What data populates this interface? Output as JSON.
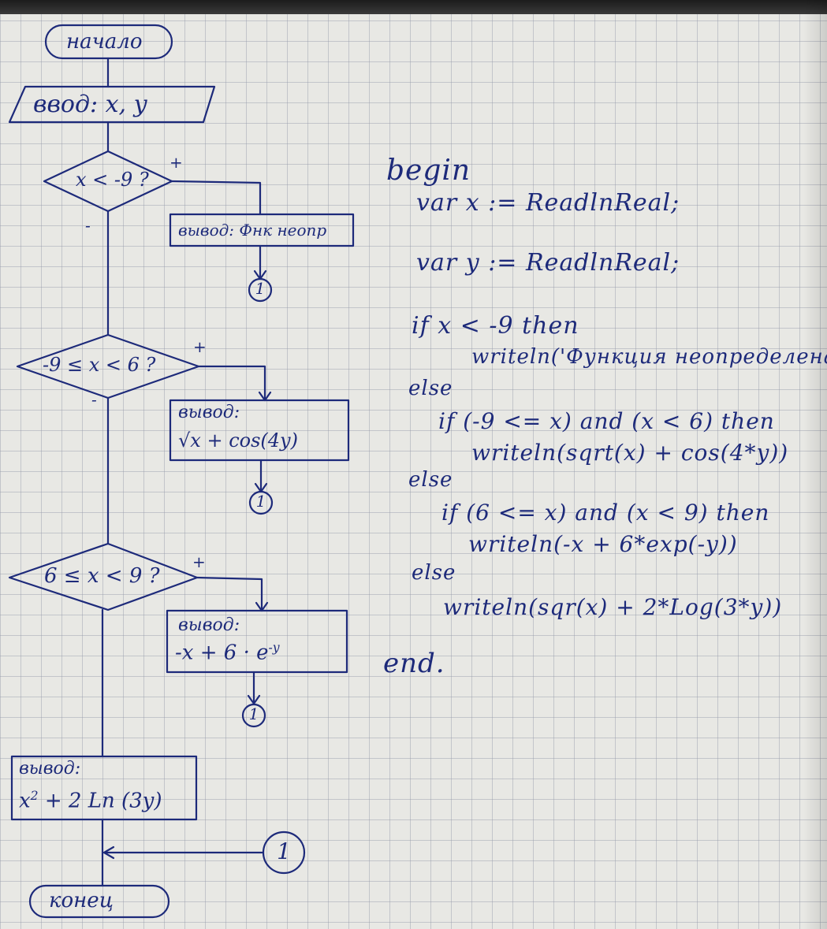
{
  "flowchart": {
    "start": "начало",
    "input": "ввод: x, y",
    "cond1": "x < -9 ?",
    "cond1_yes": "+",
    "cond1_no": "-",
    "out1": "вывод: Фнк неопр",
    "conn1": "1",
    "cond2": "-9 ≤ x < 6 ?",
    "cond2_yes": "+",
    "cond2_no": "-",
    "out2_label": "вывод:",
    "out2_expr": "√x + cos(4y)",
    "conn2": "1",
    "cond3": "6 ≤ x < 9 ?",
    "cond3_yes": "+",
    "out3_label": "вывод:",
    "out3_expr_base": "-x + 6 · e",
    "out3_expr_sup": "-y",
    "conn3": "1",
    "out4_label": "вывод:",
    "out4_expr_base": "x",
    "out4_expr_sup": "2",
    "out4_expr_rest": " + 2 Ln (3y)",
    "conn4": "1",
    "end": "конец"
  },
  "code": {
    "lines": [
      "begin",
      "var x := ReadlnReal;",
      "var y := ReadlnReal;",
      "if x < -9 then",
      "writeln('Функция неопределена",
      "else",
      "if (-9 <= x) and (x < 6) then",
      "writeln(sqrt(x) + cos(4*y))",
      "else",
      "if (6 <= x) and (x < 9) then",
      "writeln(-x + 6*exp(-y))",
      "else",
      "writeln(sqr(x) + 2*Log(3*y))",
      "end."
    ]
  },
  "colors": {
    "ink": "#1d2a7a",
    "paper": "#e8e8e4",
    "grid": "#969baa"
  }
}
